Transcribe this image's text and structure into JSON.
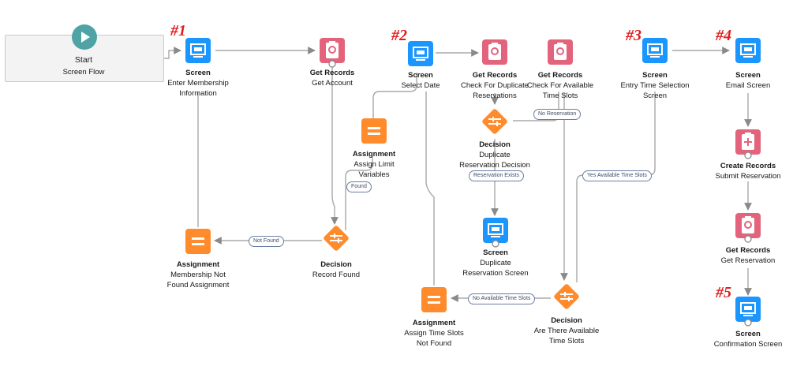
{
  "start": {
    "title": "Start",
    "subtitle": "Screen Flow"
  },
  "markers": {
    "m1": "#1",
    "m2": "#2",
    "m3": "#3",
    "m4": "#4",
    "m5": "#5"
  },
  "nodes": {
    "screen1": {
      "type": "Screen",
      "name": "Enter Membership Information"
    },
    "getAccount": {
      "type": "Get Records",
      "name": "Get Account"
    },
    "assignLimit": {
      "type": "Assignment",
      "name": "Assign Limit Variables"
    },
    "decisionRecordFound": {
      "type": "Decision",
      "name": "Record Found"
    },
    "assignNotFound": {
      "type": "Assignment",
      "name": "Membership Not Found Assignment"
    },
    "screen2": {
      "type": "Screen",
      "name": "Select Date"
    },
    "getDup": {
      "type": "Get Records",
      "name": "Check For Duplicate Reservations"
    },
    "getAvail": {
      "type": "Get Records",
      "name": "Check For Available Time Slots"
    },
    "decisionDup": {
      "type": "Decision",
      "name": "Duplicate Reservation Decision"
    },
    "screenDup": {
      "type": "Screen",
      "name": "Duplicate Reservation Screen"
    },
    "decisionAvail": {
      "type": "Decision",
      "name": "Are There Available Time Slots"
    },
    "assignTimeSlots": {
      "type": "Assignment",
      "name": "Assign Time Slots Not Found"
    },
    "screen3": {
      "type": "Screen",
      "name": "Entry Time Selection Screen"
    },
    "screen4": {
      "type": "Screen",
      "name": "Email Screen"
    },
    "createRes": {
      "type": "Create Records",
      "name": "Submit Reservation"
    },
    "getRes": {
      "type": "Get Records",
      "name": "Get Reservation"
    },
    "screen5": {
      "type": "Screen",
      "name": "Confirmation Screen"
    }
  },
  "edges": {
    "found": "Found",
    "notFound": "Not Found",
    "noReservation": "No Reservation",
    "reservationExists": "Reservation Exists",
    "yesAvailable": "Yes Available Time Slots",
    "noAvailable": "No Available Time Slots"
  },
  "colors": {
    "screen": "#1b96ff",
    "records": "#e3637c",
    "logic": "#ff8b2c",
    "start": "#4fa3a5",
    "connector": "#a9a9a9"
  }
}
